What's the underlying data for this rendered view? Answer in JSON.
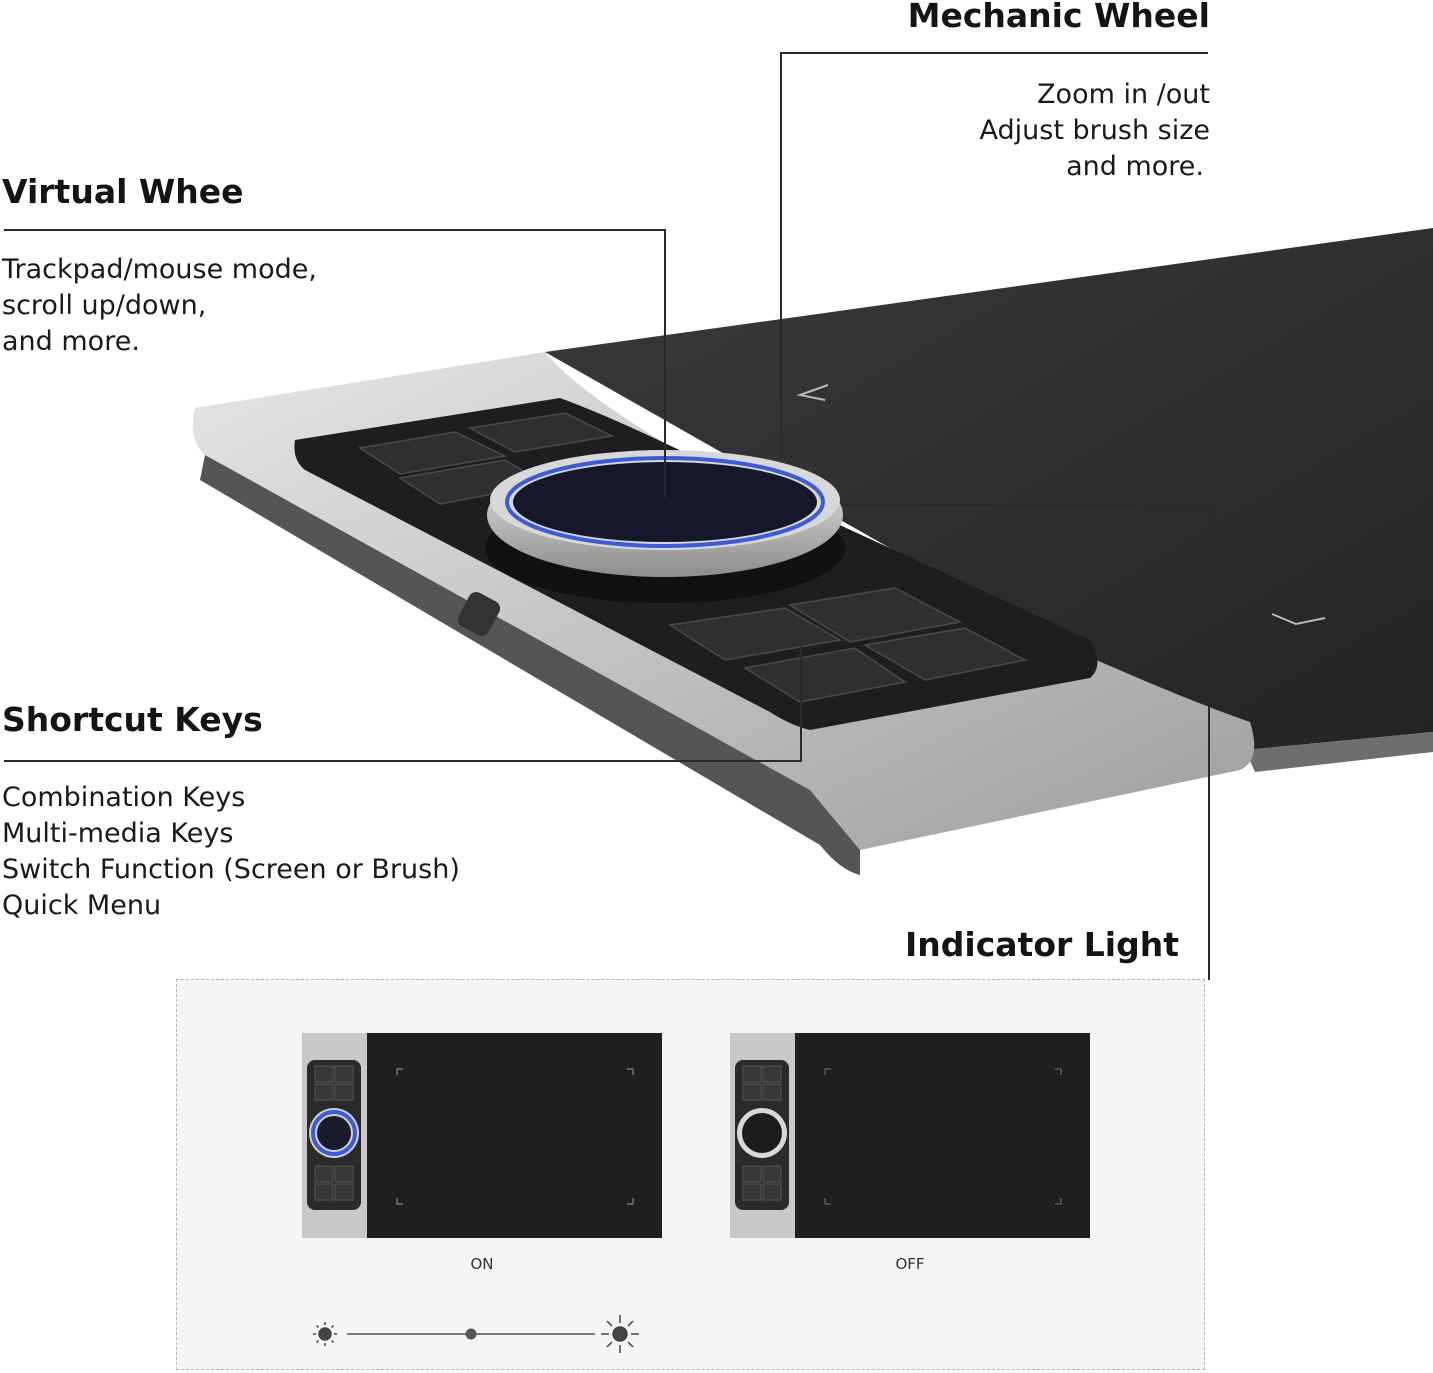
{
  "features": {
    "mechanic_wheel": {
      "title": "Mechanic Wheel",
      "lines": [
        "Zoom in /out",
        "Adjust brush size",
        "and more."
      ]
    },
    "virtual_wheel": {
      "title": "Virtual Whee",
      "lines": [
        "Trackpad/mouse mode,",
        "scroll up/down,",
        "and more."
      ]
    },
    "shortcut_keys": {
      "title": "Shortcut Keys",
      "lines": [
        "Combination Keys",
        "Multi-media Keys",
        "Switch Function (Screen or Brush)",
        "Quick Menu"
      ]
    },
    "indicator_light": {
      "title": "Indicator Light",
      "on_label": "ON",
      "off_label": "OFF",
      "brightness_level": 0.5
    }
  },
  "icons": {
    "brightness_low": "sun-dim-icon",
    "brightness_high": "sun-bright-icon"
  },
  "colors": {
    "ring_light": "#3b5cd6",
    "tablet_surface": "#2c2c2e",
    "frame_silver": "#c9c9c9",
    "panel_bg": "#f4f5f4"
  }
}
